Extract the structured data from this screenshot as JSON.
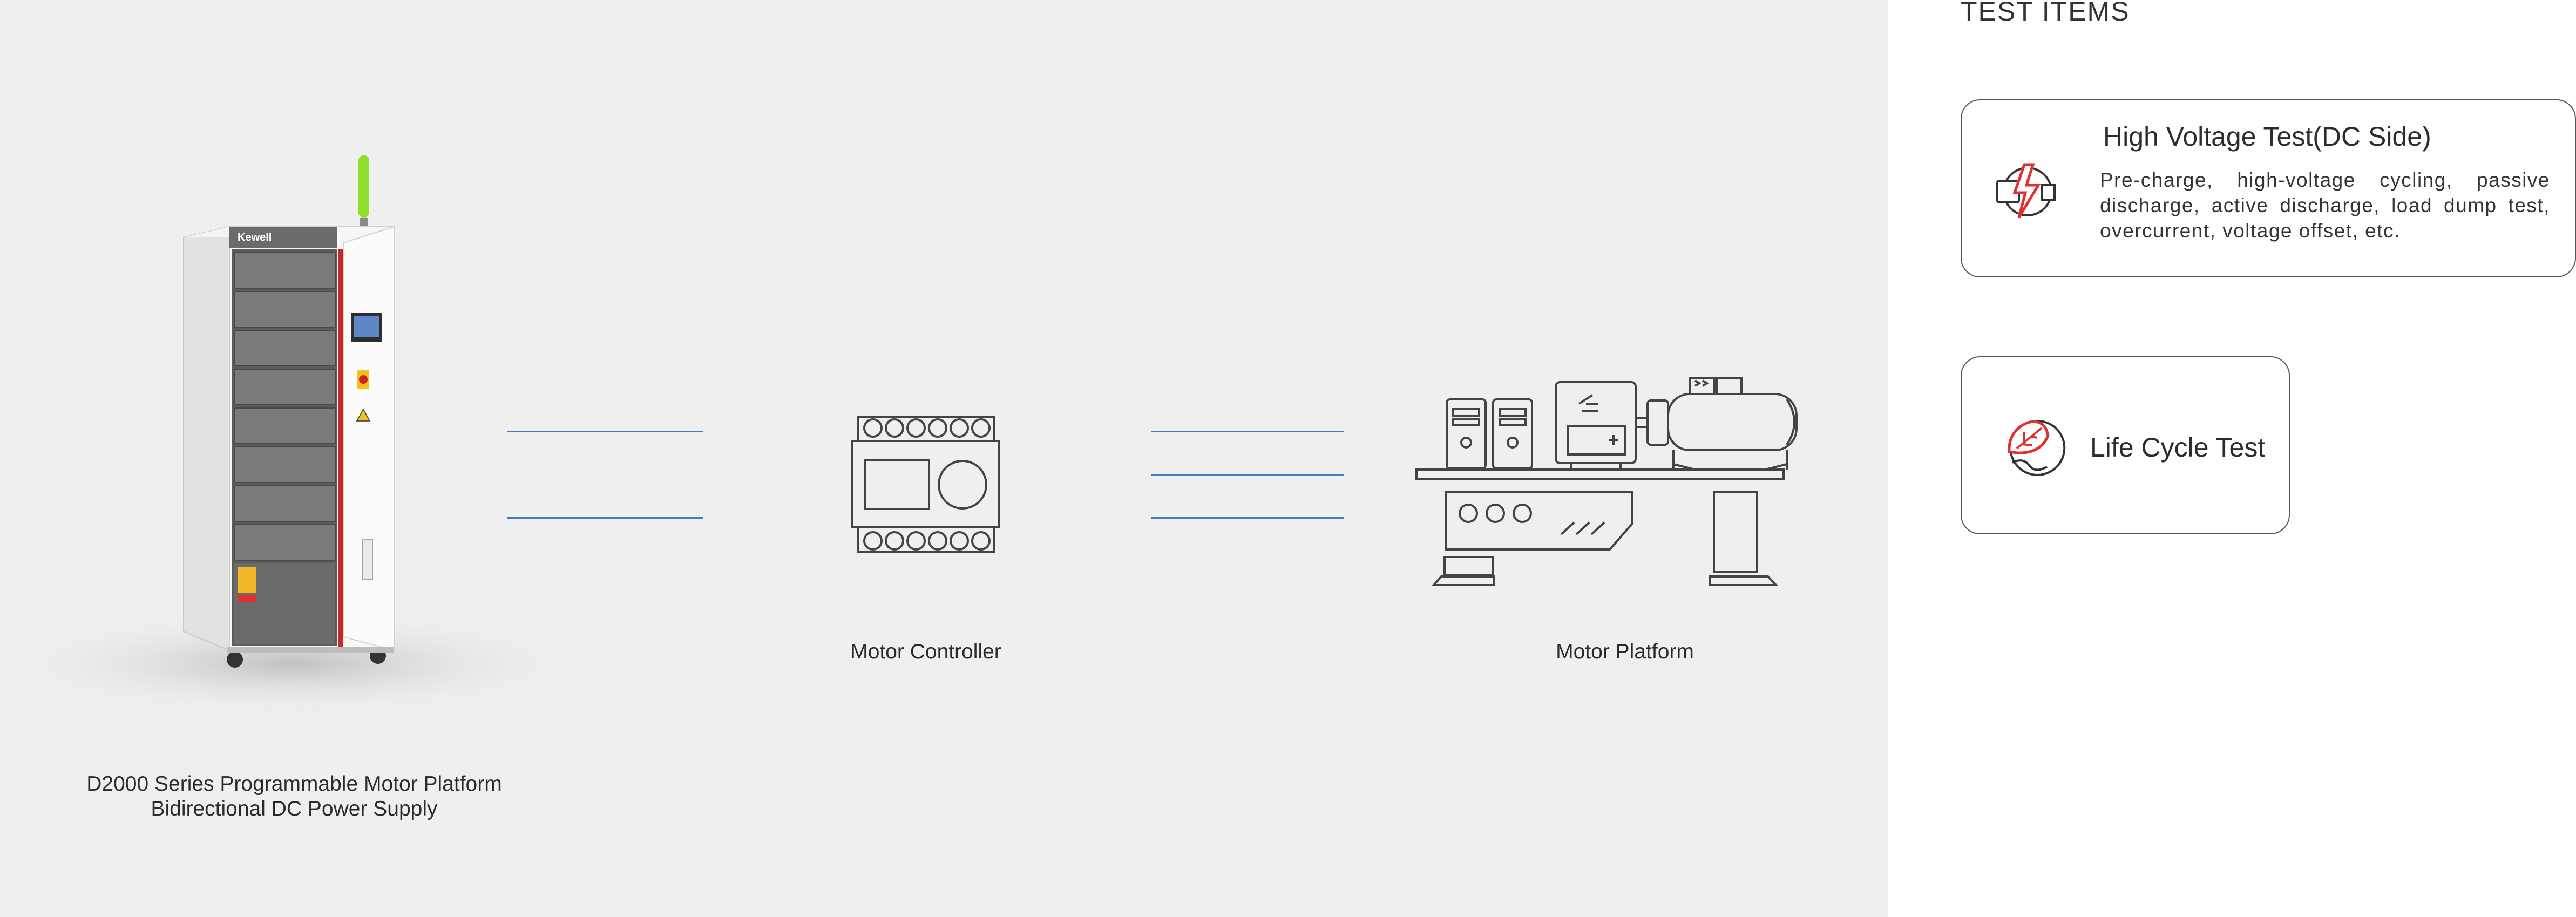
{
  "diagram": {
    "power_supply": {
      "brand": "Kewell",
      "caption_line1": "D2000 Series Programmable Motor Platform",
      "caption_line2": "Bidirectional DC Power Supply"
    },
    "motor_controller": {
      "caption": "Motor Controller"
    },
    "motor_platform": {
      "caption": "Motor Platform"
    },
    "colors": {
      "wire": "#3d7fc0",
      "signal_light": "#8ee02c",
      "accent_red": "#e03131",
      "panel_bg": "#efefef"
    }
  },
  "test_items": {
    "title": "TEST ITEMS",
    "items": [
      {
        "icon": "high-voltage-icon",
        "title": "High Voltage Test(DC Side)",
        "description": "Pre-charge, high-voltage cycling, passive discharge, active discharge, load dump test, overcurrent, voltage offset, etc."
      },
      {
        "icon": "life-cycle-icon",
        "title": "Life Cycle Test"
      }
    ]
  }
}
